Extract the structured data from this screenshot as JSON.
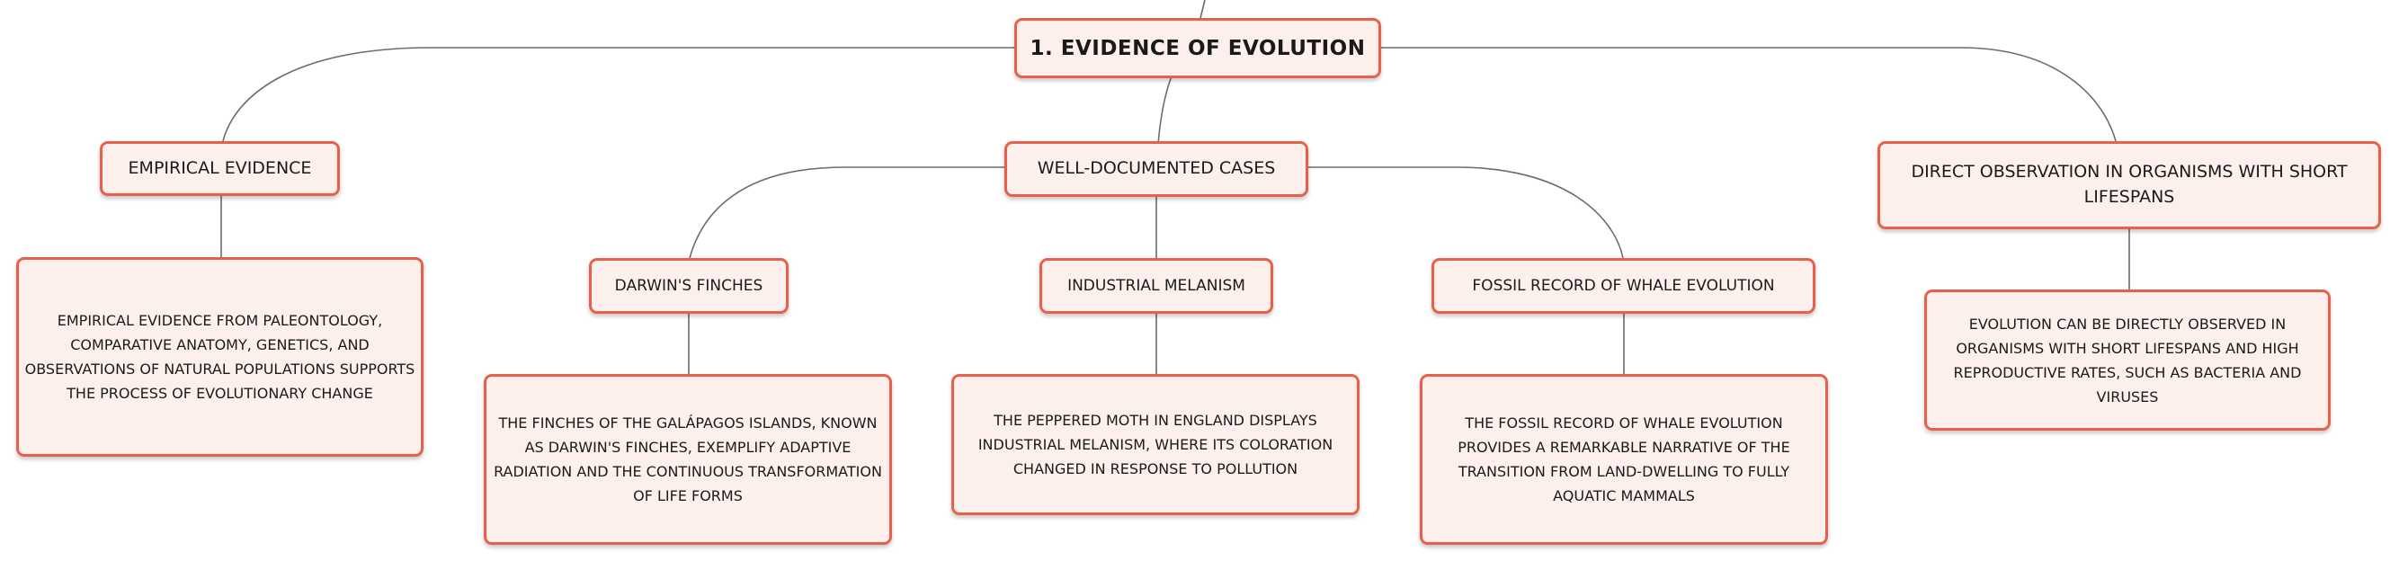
{
  "diagram": {
    "root": {
      "label": "1. EVIDENCE OF EVOLUTION"
    },
    "branches": {
      "empirical": {
        "label": "EMPIRICAL EVIDENCE",
        "detail": "EMPIRICAL EVIDENCE FROM PALEONTOLOGY, COMPARATIVE ANATOMY, GENETICS, AND OBSERVATIONS OF NATURAL POPULATIONS SUPPORTS THE PROCESS OF EVOLUTIONARY CHANGE"
      },
      "cases": {
        "label": "WELL-DOCUMENTED CASES",
        "children": {
          "finches": {
            "label": "DARWIN'S FINCHES",
            "detail": "THE FINCHES OF THE GALÁPAGOS ISLANDS, KNOWN AS DARWIN'S FINCHES, EXEMPLIFY ADAPTIVE RADIATION AND THE CONTINUOUS TRANSFORMATION OF LIFE FORMS"
          },
          "melanism": {
            "label": "INDUSTRIAL MELANISM",
            "detail": "THE PEPPERED MOTH IN ENGLAND DISPLAYS INDUSTRIAL MELANISM, WHERE ITS COLORATION CHANGED IN RESPONSE TO POLLUTION"
          },
          "whale": {
            "label": "FOSSIL RECORD OF WHALE EVOLUTION",
            "detail": "THE FOSSIL RECORD OF WHALE EVOLUTION PROVIDES A REMARKABLE NARRATIVE OF THE TRANSITION FROM LAND-DWELLING TO FULLY AQUATIC MAMMALS"
          }
        }
      },
      "observation": {
        "label": "DIRECT OBSERVATION IN ORGANISMS WITH SHORT LIFESPANS",
        "detail": "EVOLUTION CAN BE DIRECTLY OBSERVED IN ORGANISMS WITH SHORT LIFESPANS AND HIGH REPRODUCTIVE RATES, SUCH AS BACTERIA AND VIRUSES"
      }
    },
    "colors": {
      "node_border": "#e8604a",
      "node_fill": "#fdf0ec",
      "connector": "#6b6b6b",
      "text": "#1a1a1a"
    }
  }
}
